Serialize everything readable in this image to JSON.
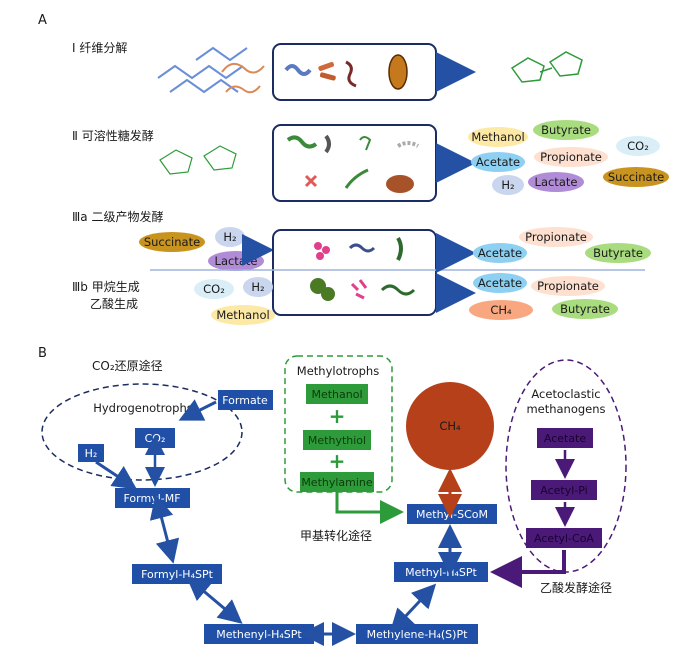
{
  "panel_a": {
    "letter": "A",
    "stage1": {
      "label": "Ⅰ 纤维分解"
    },
    "stage2": {
      "label": "Ⅱ 可溶性糖发酵",
      "products": {
        "methanol": "Methanol",
        "butyrate": "Butyrate",
        "co2": "CO₂",
        "acetate": "Acetate",
        "propionate": "Propionate",
        "h2": "H₂",
        "lactate": "Lactate",
        "succinate": "Succinate"
      }
    },
    "stage3a": {
      "label": "Ⅲa 二级产物发酵",
      "inputs": {
        "succinate": "Succinate",
        "h2": "H₂",
        "lactate": "Lactate"
      },
      "products": {
        "propionate": "Propionate",
        "acetate": "Acetate",
        "butyrate": "Butyrate"
      }
    },
    "stage3b": {
      "label_line1": "Ⅲb 甲烷生成",
      "label_line2": "乙酸生成",
      "inputs": {
        "co2": "CO₂",
        "h2": "H₂",
        "methanol": "Methanol"
      },
      "products": {
        "acetate": "Acetate",
        "propionate": "Propionate",
        "ch4": "CH₄",
        "butyrate": "Butyrate"
      }
    }
  },
  "panel_b": {
    "letter": "B",
    "co2_pathway_title": "CO₂还原途径",
    "hydrogenotrophs": "Hydrogenotrophs",
    "formate": "Formate",
    "co2": "CO₂",
    "h2": "H₂",
    "formyl_mf": "Formyl-MF",
    "formyl_h4spt": "Formyl-H₄SPt",
    "methenyl_h4spt": "Methenyl-H₄SPt",
    "methylene_h4spt": "Methylene-H₄(S)Pt",
    "methyl_h4spt": "Methyl-H₄SPt",
    "methyl_scom": "Methyl-SCoM",
    "ch4": "CH₄",
    "methylotrophs": {
      "title": "Methylotrophs",
      "methanol": "Methanol",
      "plus": "+",
      "methythiol": "Methythiol",
      "methylamine": "Methylamine",
      "pathway": "甲基转化途径"
    },
    "acetoclastic": {
      "title_line1": "Acetoclastic",
      "title_line2": "methanogens",
      "acetate": "Acetate",
      "acetyl_pi": "Acetyl-Pi",
      "acetyl_coa": "Acetyl-CoA",
      "pathway": "乙酸发酵途径"
    },
    "colors": {
      "blue_box": "#1f4fa6",
      "green_box": "#2e9b3a",
      "purple_box": "#4b1a78",
      "ch4_circle": "#b5401a",
      "arrow_blue": "#2451a3"
    }
  }
}
